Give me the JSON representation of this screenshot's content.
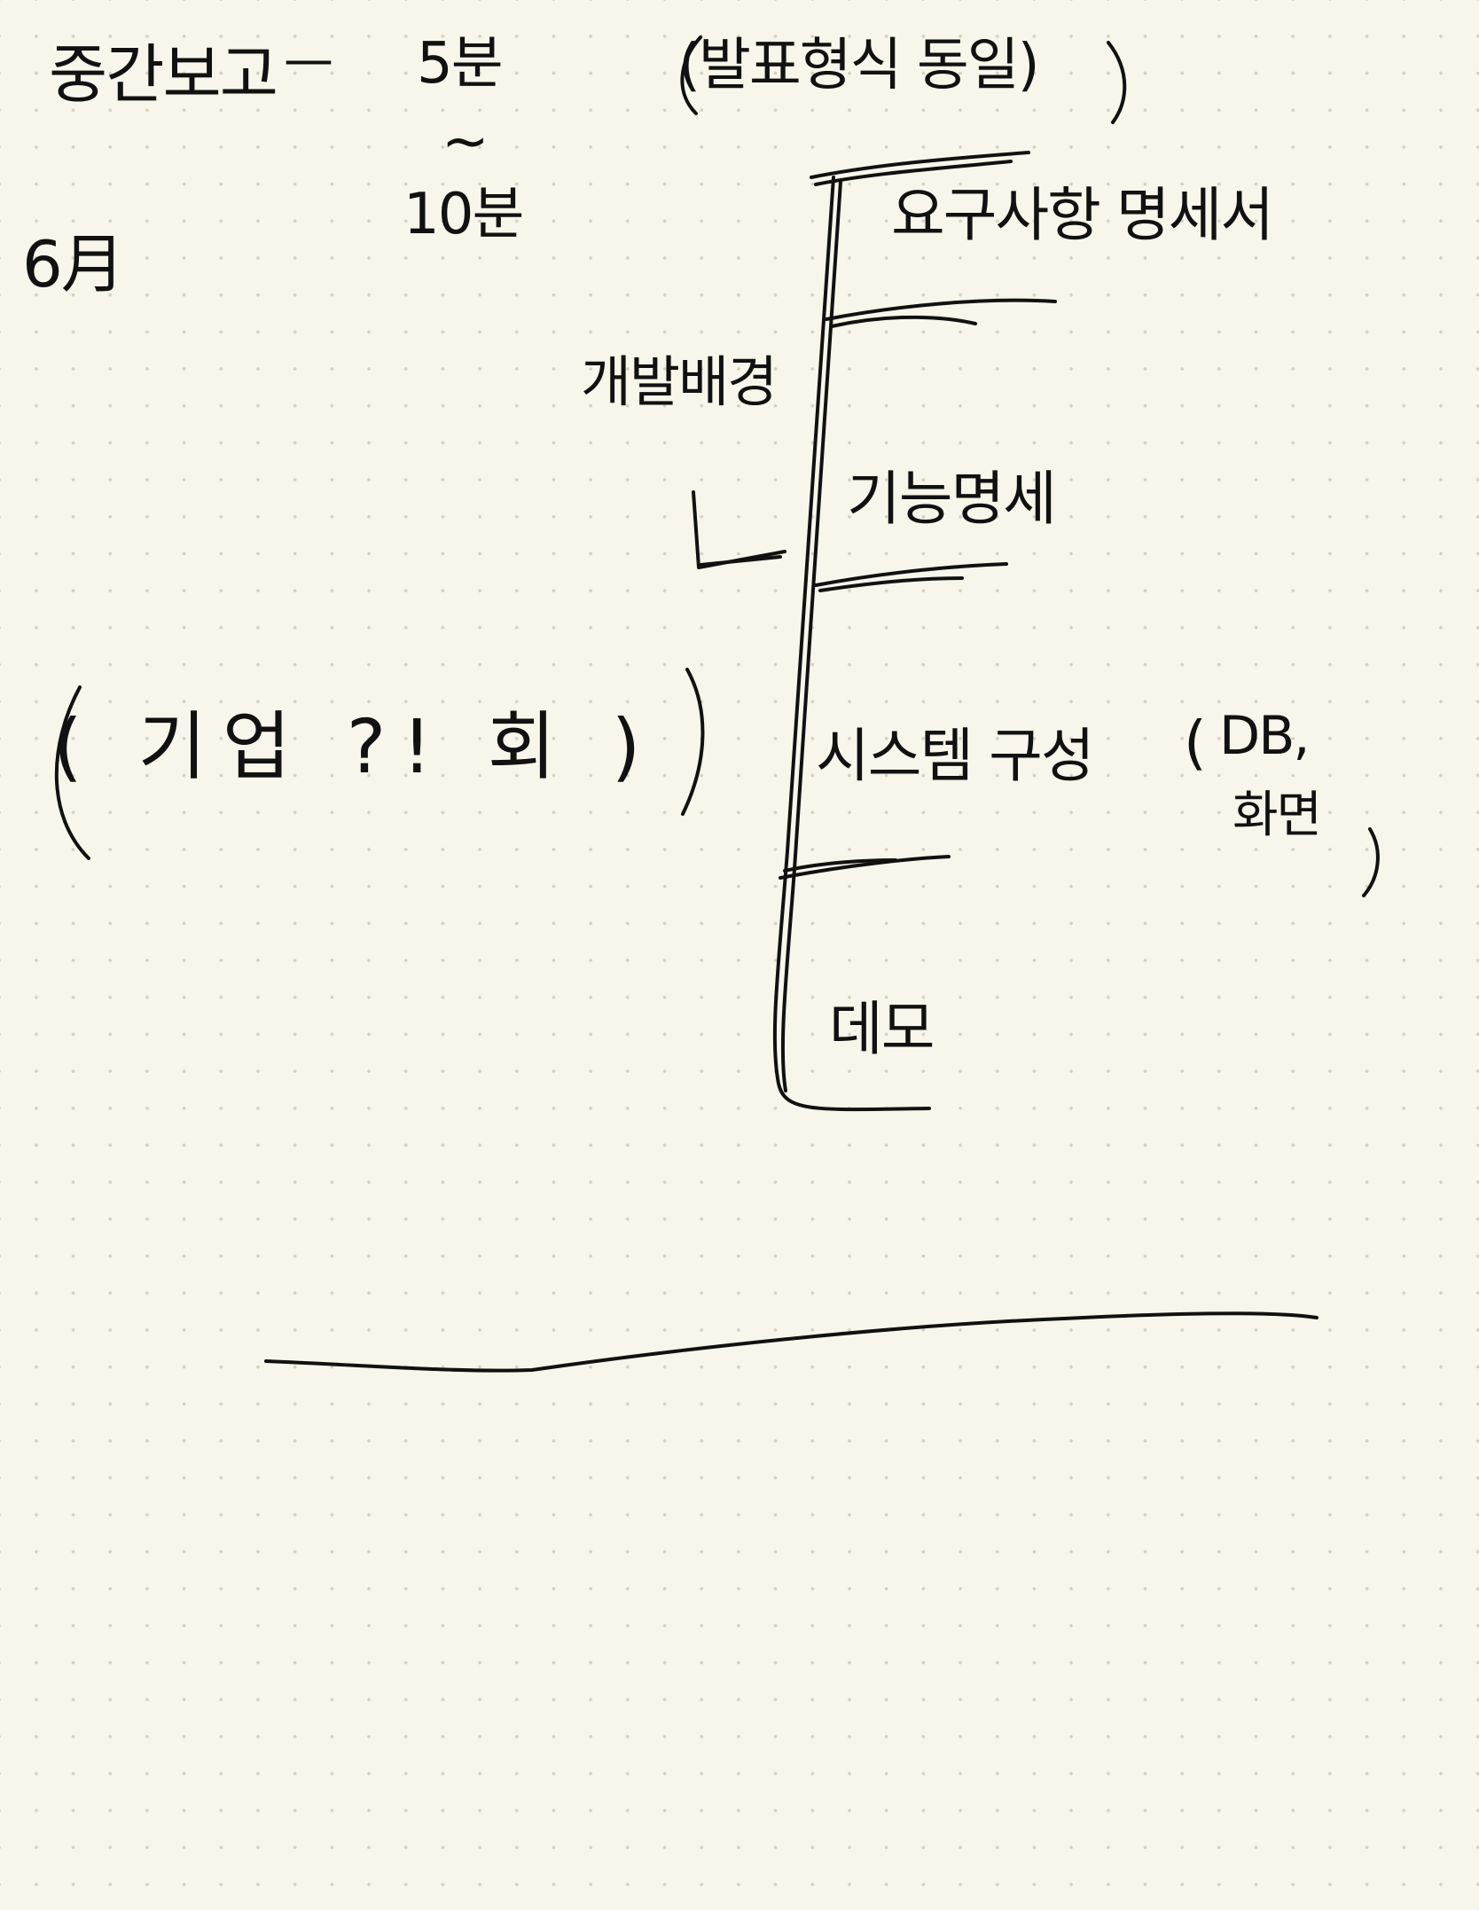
{
  "note": {
    "title": "중간보고",
    "dash": "—",
    "range_start": "5분",
    "range_tilde": "~",
    "range_end": "10분",
    "format_note": "(발표형식 동일)",
    "date": "6月",
    "dev_background": "개발배경",
    "sections": [
      "요구사항 명세서",
      "기능명세",
      "시스템 구성",
      "데모"
    ],
    "system_note_paren_open": "(",
    "system_note_line1": "DB,",
    "system_note_line2": "화면",
    "system_note_paren_close": ")",
    "side_note": "( 기업 ?! 회 )"
  }
}
